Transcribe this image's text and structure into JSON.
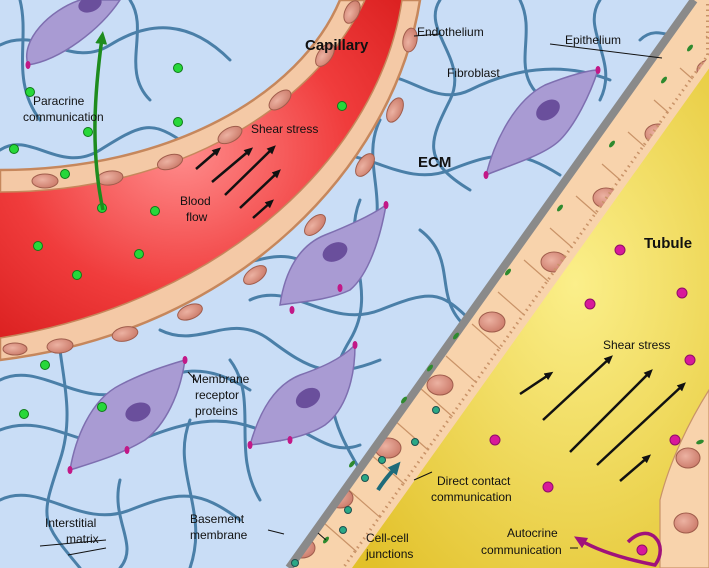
{
  "labels": {
    "capillary": "Capillary",
    "endothelium": "Endothelium",
    "epithelium": "Epithelium",
    "fibroblast": "Fibroblast",
    "ecm": "ECM",
    "tubule": "Tubule",
    "paracrine_1": "Paracrine",
    "paracrine_2": "communication",
    "shear_stress_capillary": "Shear stress",
    "blood_flow_1": "Blood",
    "blood_flow_2": "flow",
    "membrane_1": "Membrane",
    "membrane_2": "receptor",
    "membrane_3": "proteins",
    "shear_stress_tubule": "Shear stress",
    "direct_contact_1": "Direct contact",
    "direct_contact_2": "communication",
    "interstitial_1": "Interstitial",
    "interstitial_2": "matrix",
    "basement_1": "Basement",
    "basement_2": "membrane",
    "cell_cell_1": "Cell-cell",
    "cell_cell_2": "junctions",
    "autocrine_1": "Autocrine",
    "autocrine_2": "communication"
  },
  "colors": {
    "ecm_background": "#c9ddf6",
    "ecm_fibers": "#4a7fa8",
    "blood": "#ef3b3b",
    "endothelium_cell": "#f4c9a6",
    "tubule_lumen": "#e8c834",
    "epithelial_cell": "#f8d3ac",
    "basement_membrane": "#8a8a8a",
    "fibroblast": "#a99bd3",
    "nucleus": "#6a4f9c",
    "signal_green": "#27d83a",
    "signal_magenta": "#d8199a",
    "paracrine_arrow": "#1e8c1e",
    "autocrine_arrow": "#a0127a",
    "direct_contact_arrow": "#1f6b7a"
  }
}
